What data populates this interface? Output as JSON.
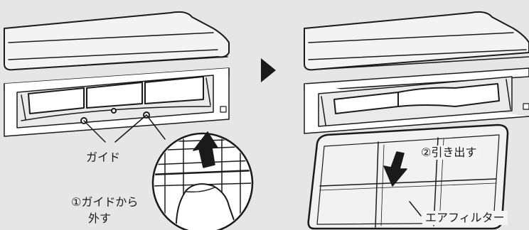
{
  "left_panel": {
    "guide_label": "ガイド",
    "step1_line1": "①ガイドから",
    "step1_line2": "外す"
  },
  "right_panel": {
    "step2_label": "②引き出す",
    "filter_label": "エアフィルター"
  },
  "colors": {
    "background": "#e6e6e6",
    "line": "#1a1a1a",
    "filter_fill": "#f2f2f2",
    "arrow_fill": "#1a1a1a"
  }
}
